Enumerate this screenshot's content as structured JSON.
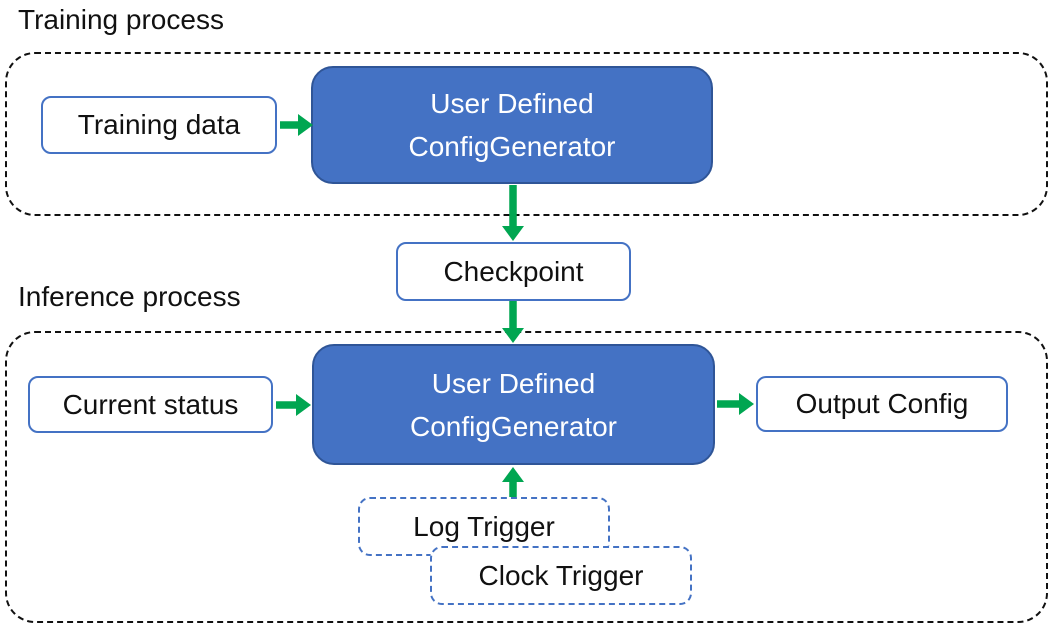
{
  "colors": {
    "accent_blue": "#4472C4",
    "generator_border": "#2F5597",
    "arrow_green": "#00A651",
    "dash_black": "#111111",
    "text_black": "#111111",
    "text_white": "#ffffff",
    "bg": "#ffffff"
  },
  "diagram": {
    "training": {
      "label": "Training process",
      "input_box": "Training data",
      "generator_line1": "User Defined",
      "generator_line2": "ConfigGenerator"
    },
    "checkpoint": {
      "label": "Checkpoint"
    },
    "inference": {
      "label": "Inference process",
      "input_box": "Current status",
      "generator_line1": "User Defined",
      "generator_line2": "ConfigGenerator",
      "output_box": "Output Config",
      "log_trigger": "Log Trigger",
      "clock_trigger": "Clock Trigger"
    }
  }
}
